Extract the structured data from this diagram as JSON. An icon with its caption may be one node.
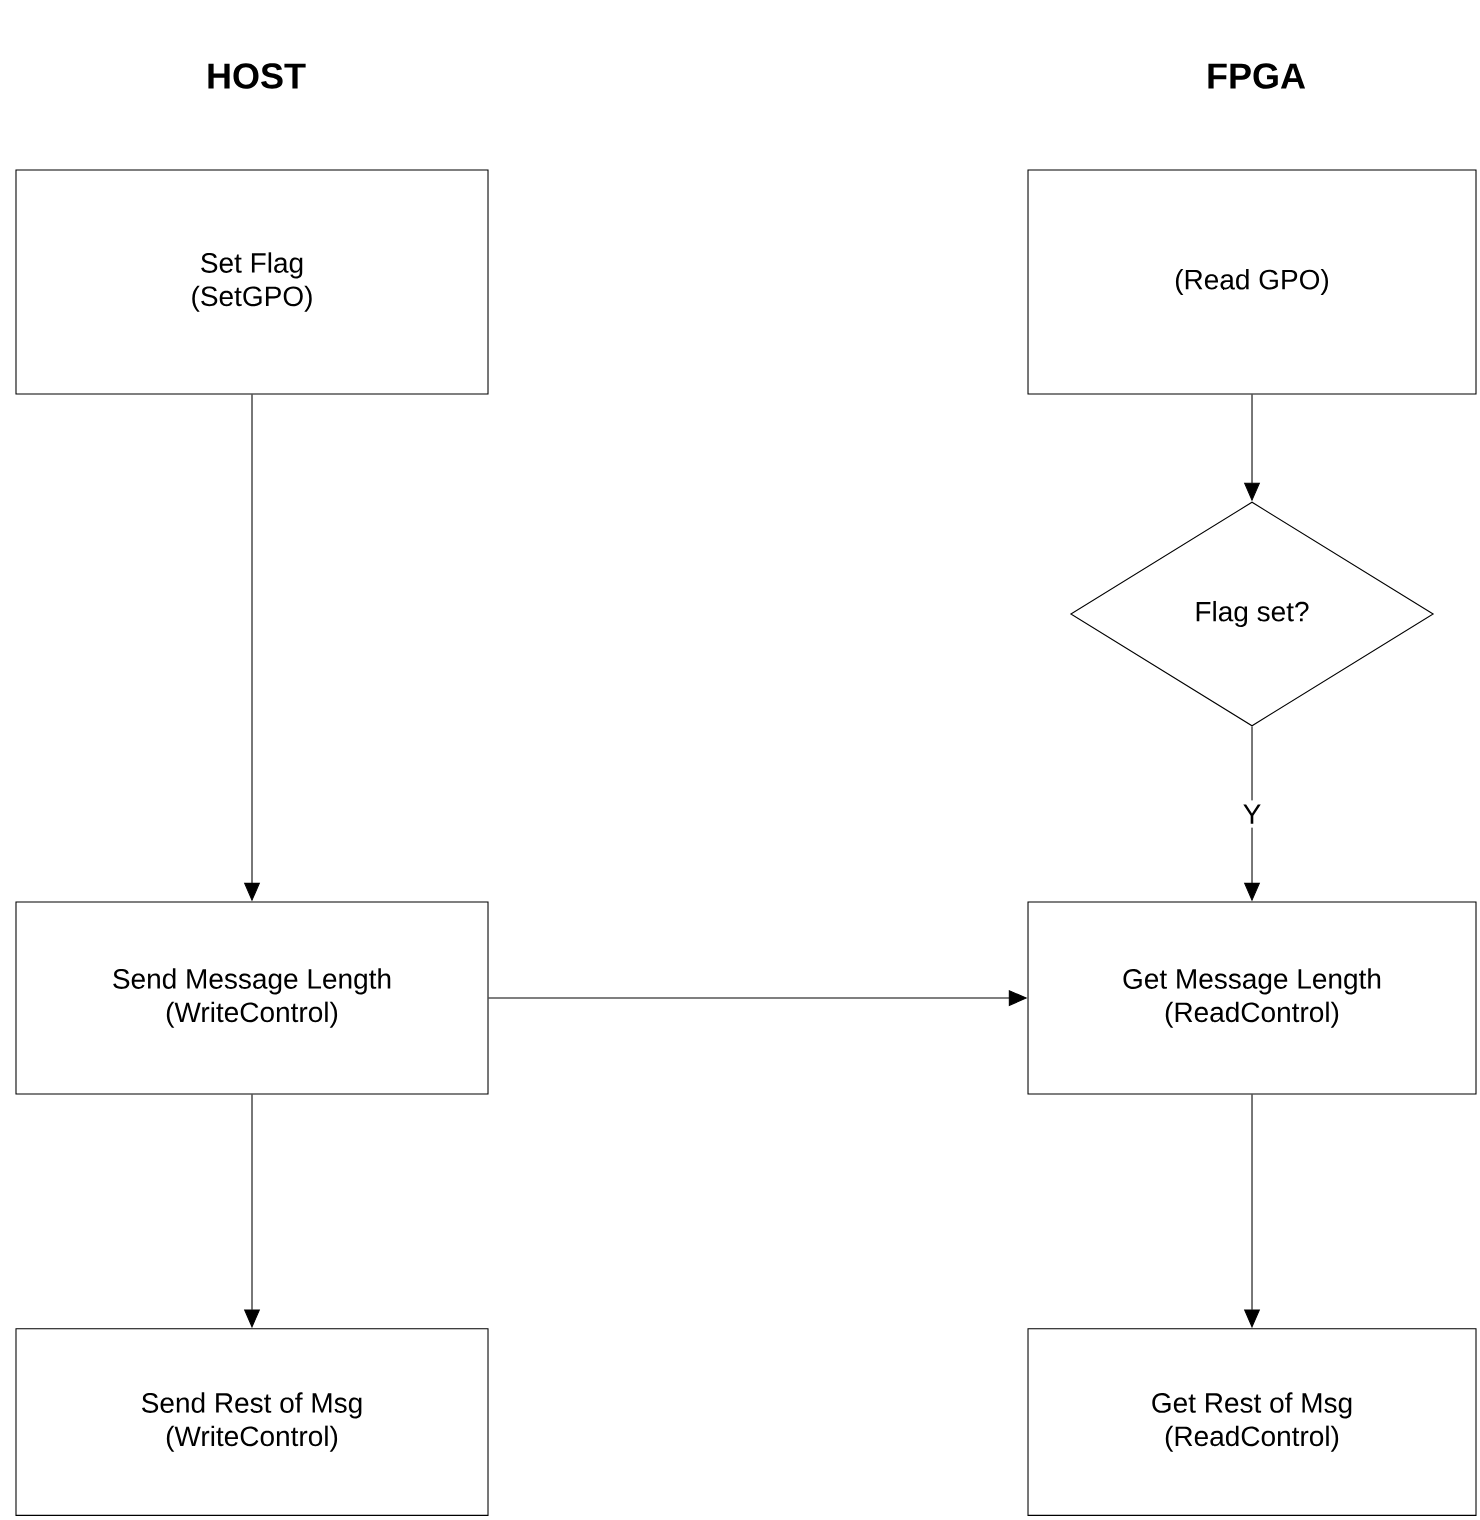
{
  "diagram": {
    "nodes": [
      {
        "text": [
          "Set Flag",
          "(SetGPO)"
        ]
      },
      {
        "text": [
          "(Read GPO)"
        ]
      },
      {
        "text": [
          "Flag set?"
        ]
      },
      {
        "text": [
          "Send Message Length",
          "(WriteControl)"
        ]
      },
      {
        "text": [
          "Get Message Length",
          "(ReadControl)"
        ]
      },
      {
        "text": [
          "Send Rest of Msg",
          "(WriteControl)"
        ]
      },
      {
        "text": [
          "Get Rest of Msg",
          "(ReadControl)"
        ]
      }
    ],
    "edges": [
      {
        "from": 0,
        "to": 3,
        "arrow": "to"
      },
      {
        "from": 1,
        "to": 2,
        "arrow": "to"
      },
      {
        "from": 2,
        "to": 4,
        "arrow": "to",
        "label": "Y"
      },
      {
        "from": 3,
        "to": 4,
        "arrow": "to"
      },
      {
        "from": 3,
        "to": 5,
        "arrow": "to"
      },
      {
        "from": 4,
        "to": 6,
        "arrow": "to"
      }
    ],
    "labels": [
      "HOST",
      "FPGA"
    ]
  }
}
